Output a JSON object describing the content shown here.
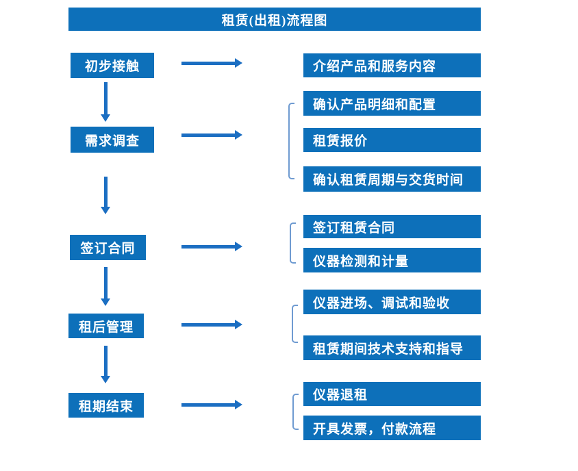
{
  "title": "租赁(出租)流程图",
  "colors": {
    "box_blue": "#0d70ba",
    "arrow_blue": "#1b6ec2",
    "bracket_blue": "#6f9bd1",
    "text": "#ffffff",
    "background": "#ffffff"
  },
  "flow": {
    "steps": [
      {
        "label": "初步接触",
        "details": [
          "介绍产品和服务内容"
        ]
      },
      {
        "label": "需求调查",
        "details": [
          "确认产品明细和配置",
          "租赁报价",
          "确认租赁周期与交货时间"
        ]
      },
      {
        "label": "签订合同",
        "details": [
          "签订租赁合同",
          "仪器检测和计量"
        ]
      },
      {
        "label": "租后管理",
        "details": [
          "仪器进场、调试和验收",
          "租赁期间技术支持和指导"
        ]
      },
      {
        "label": "租期结束",
        "details": [
          "仪器退租",
          "开具发票，付款流程"
        ]
      }
    ]
  }
}
